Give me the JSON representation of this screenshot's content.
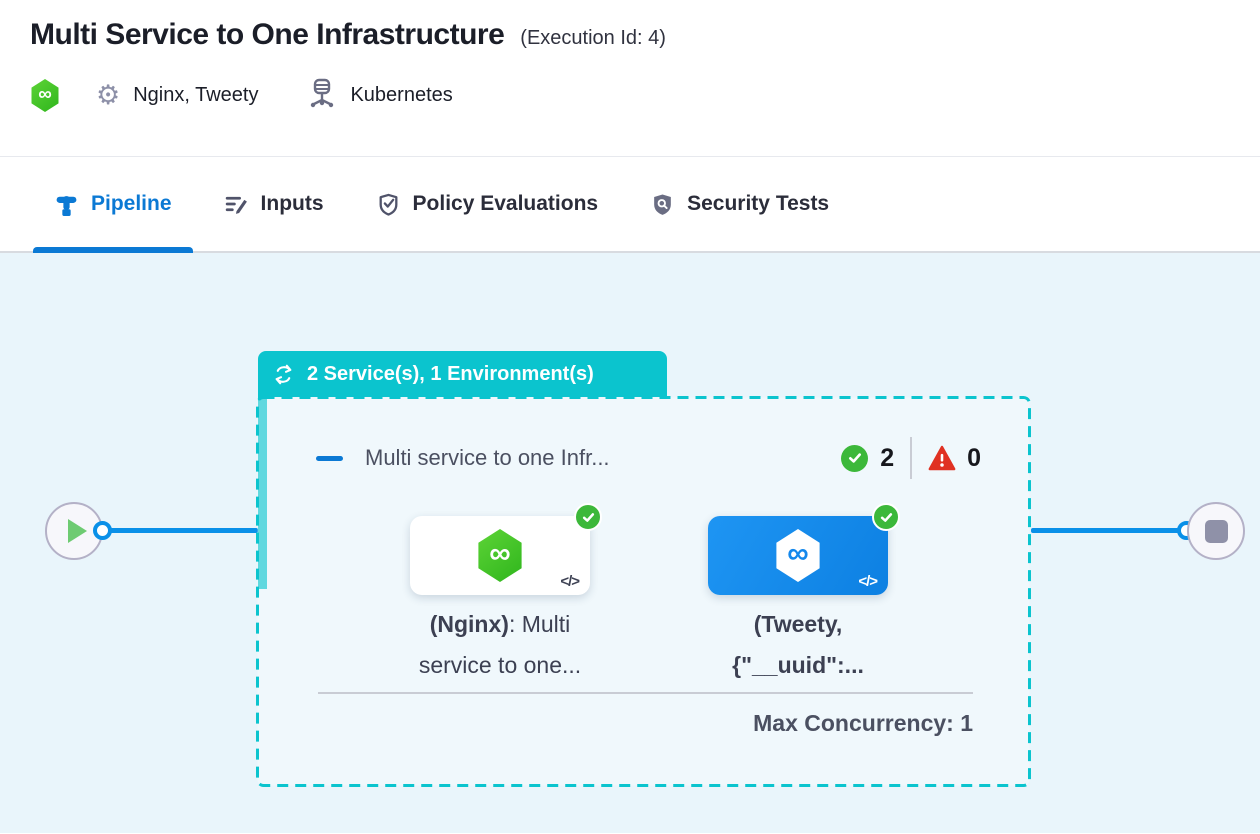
{
  "header": {
    "title": "Multi Service to One Infrastructure",
    "execution_id": "(Execution Id: 4)",
    "services": "Nginx, Tweety",
    "infrastructure": "Kubernetes"
  },
  "tabs": [
    {
      "label": "Pipeline",
      "active": true
    },
    {
      "label": "Inputs",
      "active": false
    },
    {
      "label": "Policy Evaluations",
      "active": false
    },
    {
      "label": "Security Tests",
      "active": false
    }
  ],
  "pipeline": {
    "group_badge": "2 Service(s), 1 Environment(s)",
    "stage": {
      "title": "Multi service to one Infr...",
      "success_count": "2",
      "failed_count": "0",
      "max_concurrency": "Max Concurrency: 1"
    },
    "services": [
      {
        "label_line1_bold": "(Nginx)",
        "label_line1_rest": ": Multi",
        "label_line2": "service to one...",
        "code_glyph": "</>",
        "selected": false
      },
      {
        "label_line1_bold": "(Tweety,",
        "label_line1_rest": "",
        "label_line2": "{\"__uuid\":...",
        "code_glyph": "</>",
        "selected": true
      }
    ]
  },
  "icons": {
    "harness_infinity": "∞",
    "gear": "⚙"
  },
  "colors": {
    "accent_blue": "#0b79d4",
    "line_blue": "#0a90e8",
    "teal": "#0bc4ce",
    "success_green": "#3cb83a",
    "error_red": "#e03122",
    "service_card_blue": "#1488ec",
    "harness_green": "#42c226",
    "canvas_bg": "#e9f5fb"
  }
}
